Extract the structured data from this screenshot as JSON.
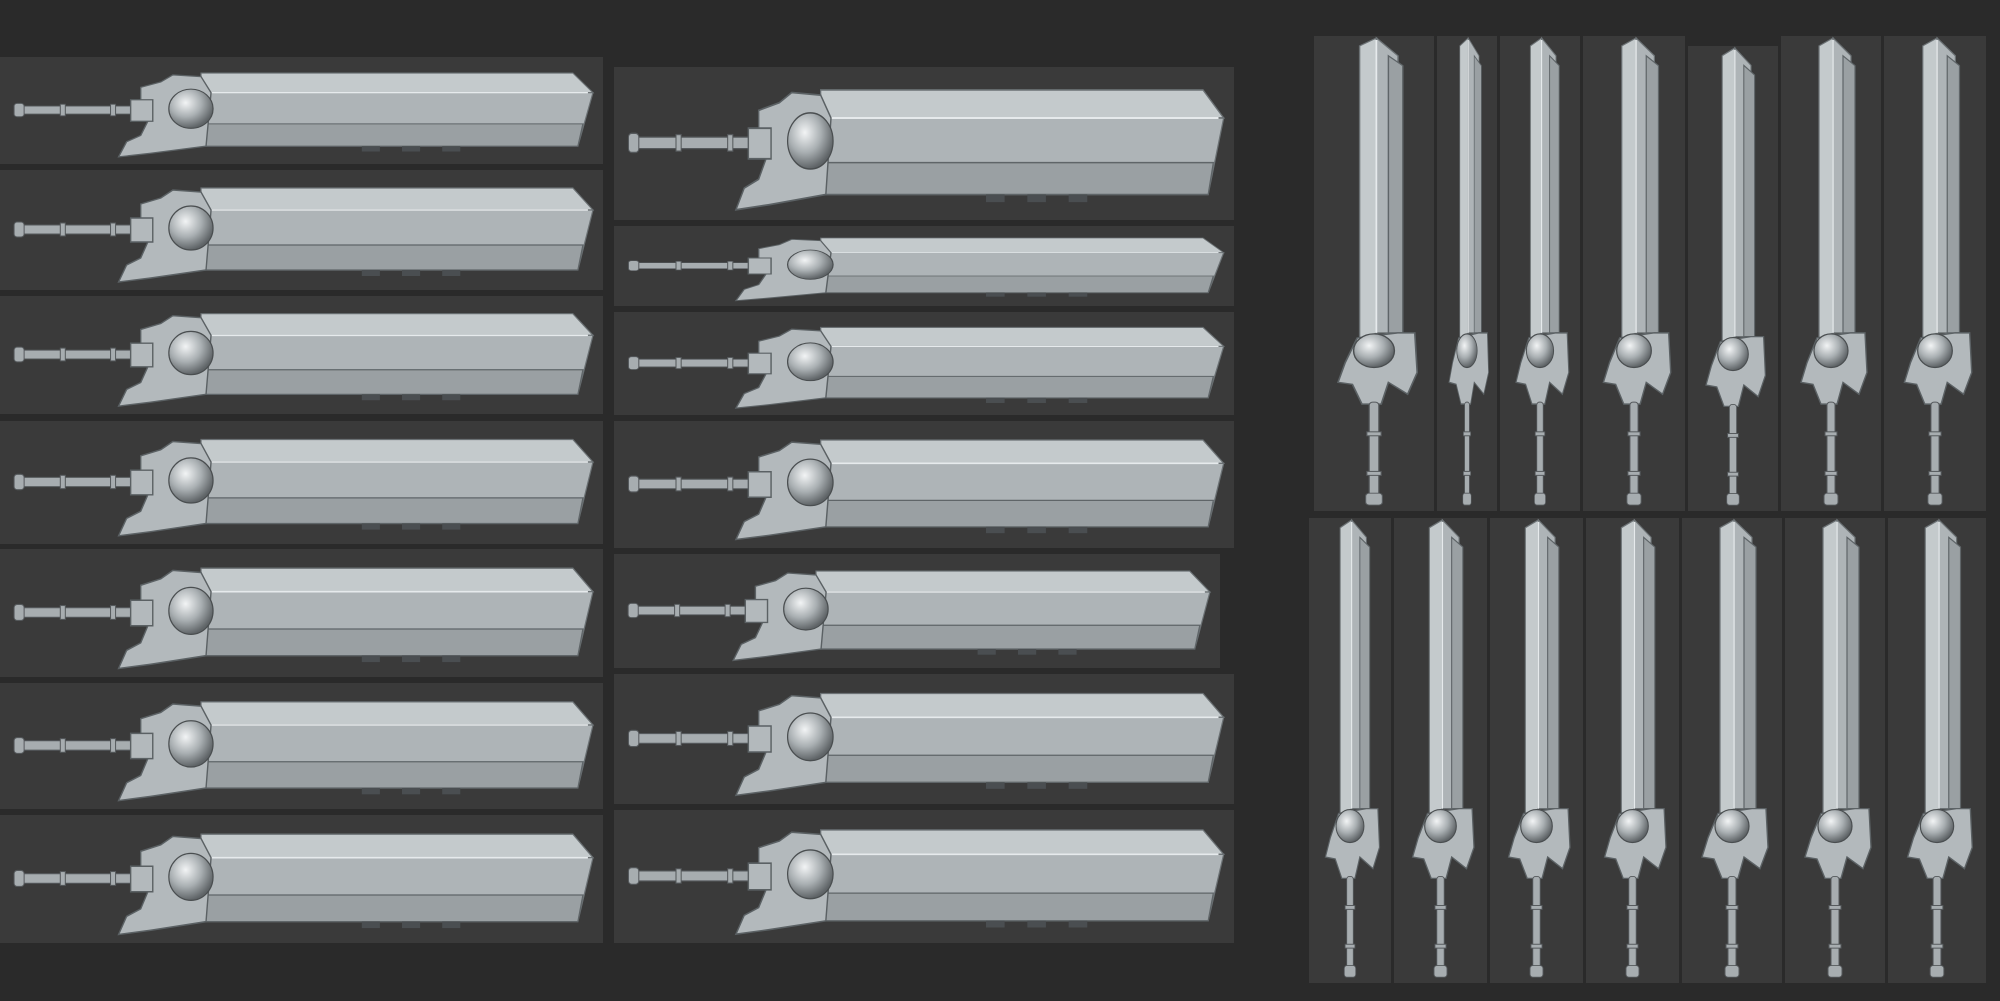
{
  "sheet": {
    "colors": {
      "background": "#2a2a2a",
      "panel": "#3a3a3a",
      "steel_light": "#c4cacc",
      "steel_dark": "#6b7174"
    },
    "left_column": [
      "sword-h-a",
      "sword-h-b",
      "sword-h-c",
      "sword-h-d",
      "sword-h-e",
      "sword-h-f",
      "sword-h-g"
    ],
    "middle_column": [
      "sword-h-h",
      "sword-h-i",
      "sword-h-j",
      "sword-h-k",
      "sword-h-l",
      "sword-h-m",
      "sword-h-n"
    ],
    "right_top_row": [
      "sword-v-a",
      "sword-v-b",
      "sword-v-c",
      "sword-v-d",
      "sword-v-e",
      "sword-v-f",
      "sword-v-g"
    ],
    "right_bottom_row": [
      "sword-v-h",
      "sword-v-i",
      "sword-v-j",
      "sword-v-k",
      "sword-v-l",
      "sword-v-m",
      "sword-v-n"
    ]
  }
}
